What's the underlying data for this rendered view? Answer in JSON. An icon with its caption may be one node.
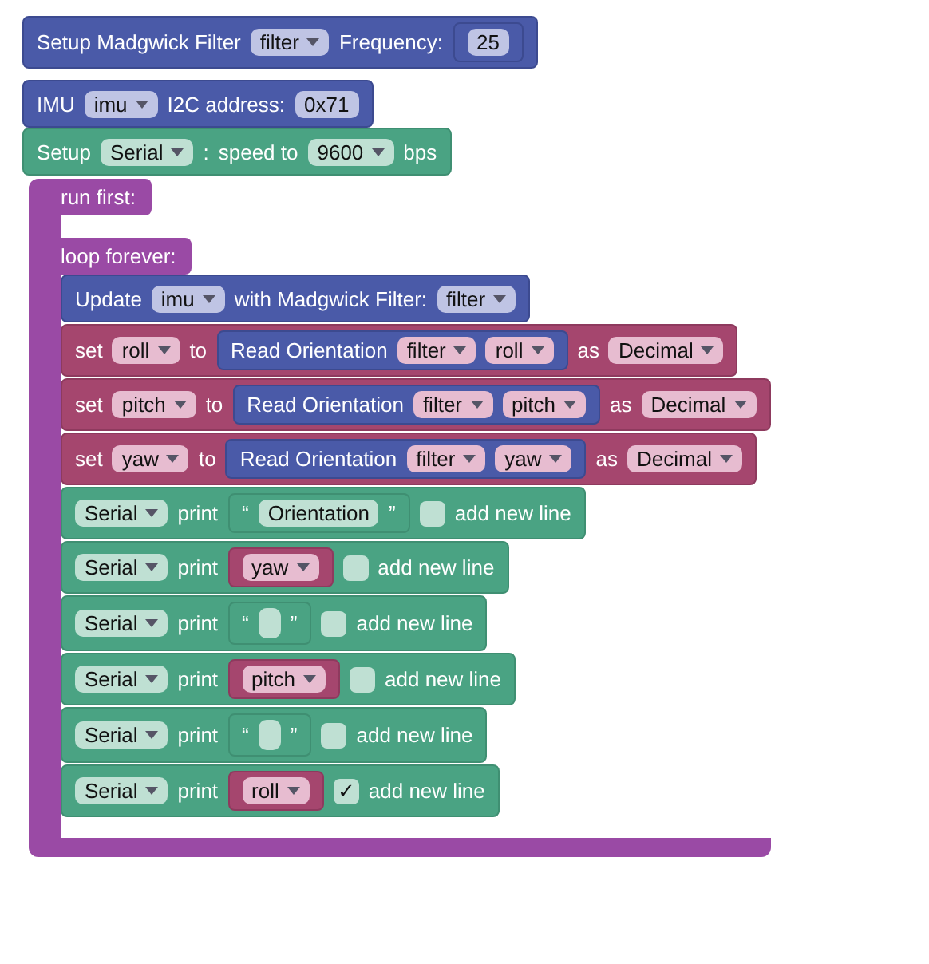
{
  "diagram": {
    "nodes": [
      {
        "text": [
          "Setup Madgwick Filter",
          "filter",
          "Frequency:"
        ]
      },
      {
        "text": [
          "25"
        ],
        "in": 0
      },
      {
        "text": [
          "IMU",
          "imu",
          "I2C address:",
          "0x71"
        ]
      },
      {
        "text": [
          "Setup",
          "Serial",
          ":",
          "speed to",
          "9600",
          "bps"
        ]
      },
      {
        "text": [
          "run first:",
          "loop forever:"
        ]
      },
      {
        "text": [
          "Update",
          "imu",
          "with Madgwick Filter:",
          "filter"
        ],
        "in": 4
      },
      {
        "text": [
          "set",
          "roll",
          "to",
          "as",
          "Decimal"
        ],
        "in": 4
      },
      {
        "text": [
          "Read Orientation",
          "filter",
          "roll"
        ],
        "in": 6
      },
      {
        "text": [
          "set",
          "pitch",
          "to",
          "as",
          "Decimal"
        ],
        "in": 4
      },
      {
        "text": [
          "Read Orientation",
          "filter",
          "pitch"
        ],
        "in": 8
      },
      {
        "text": [
          "set",
          "yaw",
          "to",
          "as",
          "Decimal"
        ],
        "in": 4
      },
      {
        "text": [
          "Read Orientation",
          "filter",
          "yaw"
        ],
        "in": 10
      },
      {
        "text": [
          "Serial",
          "print",
          "add new line"
        ],
        "in": 4
      },
      {
        "text": [
          "“",
          "Orientation",
          "”"
        ],
        "in": 12
      },
      {
        "text": [
          "Serial",
          "print",
          "add new line"
        ],
        "in": 4
      },
      {
        "text": [
          "yaw"
        ],
        "in": 14
      },
      {
        "text": [
          "Serial",
          "print",
          "add new line"
        ],
        "in": 4
      },
      {
        "text": [
          "“",
          "”"
        ],
        "in": 16
      },
      {
        "text": [
          "Serial",
          "print",
          "add new line"
        ],
        "in": 4
      },
      {
        "text": [
          "pitch"
        ],
        "in": 18
      },
      {
        "text": [
          "Serial",
          "print",
          "add new line"
        ],
        "in": 4
      },
      {
        "text": [
          "“",
          "”"
        ],
        "in": 20
      },
      {
        "text": [
          "Serial",
          "print",
          "✓",
          "add new line"
        ],
        "in": 4
      },
      {
        "text": [
          "roll"
        ],
        "in": 22
      }
    ]
  }
}
